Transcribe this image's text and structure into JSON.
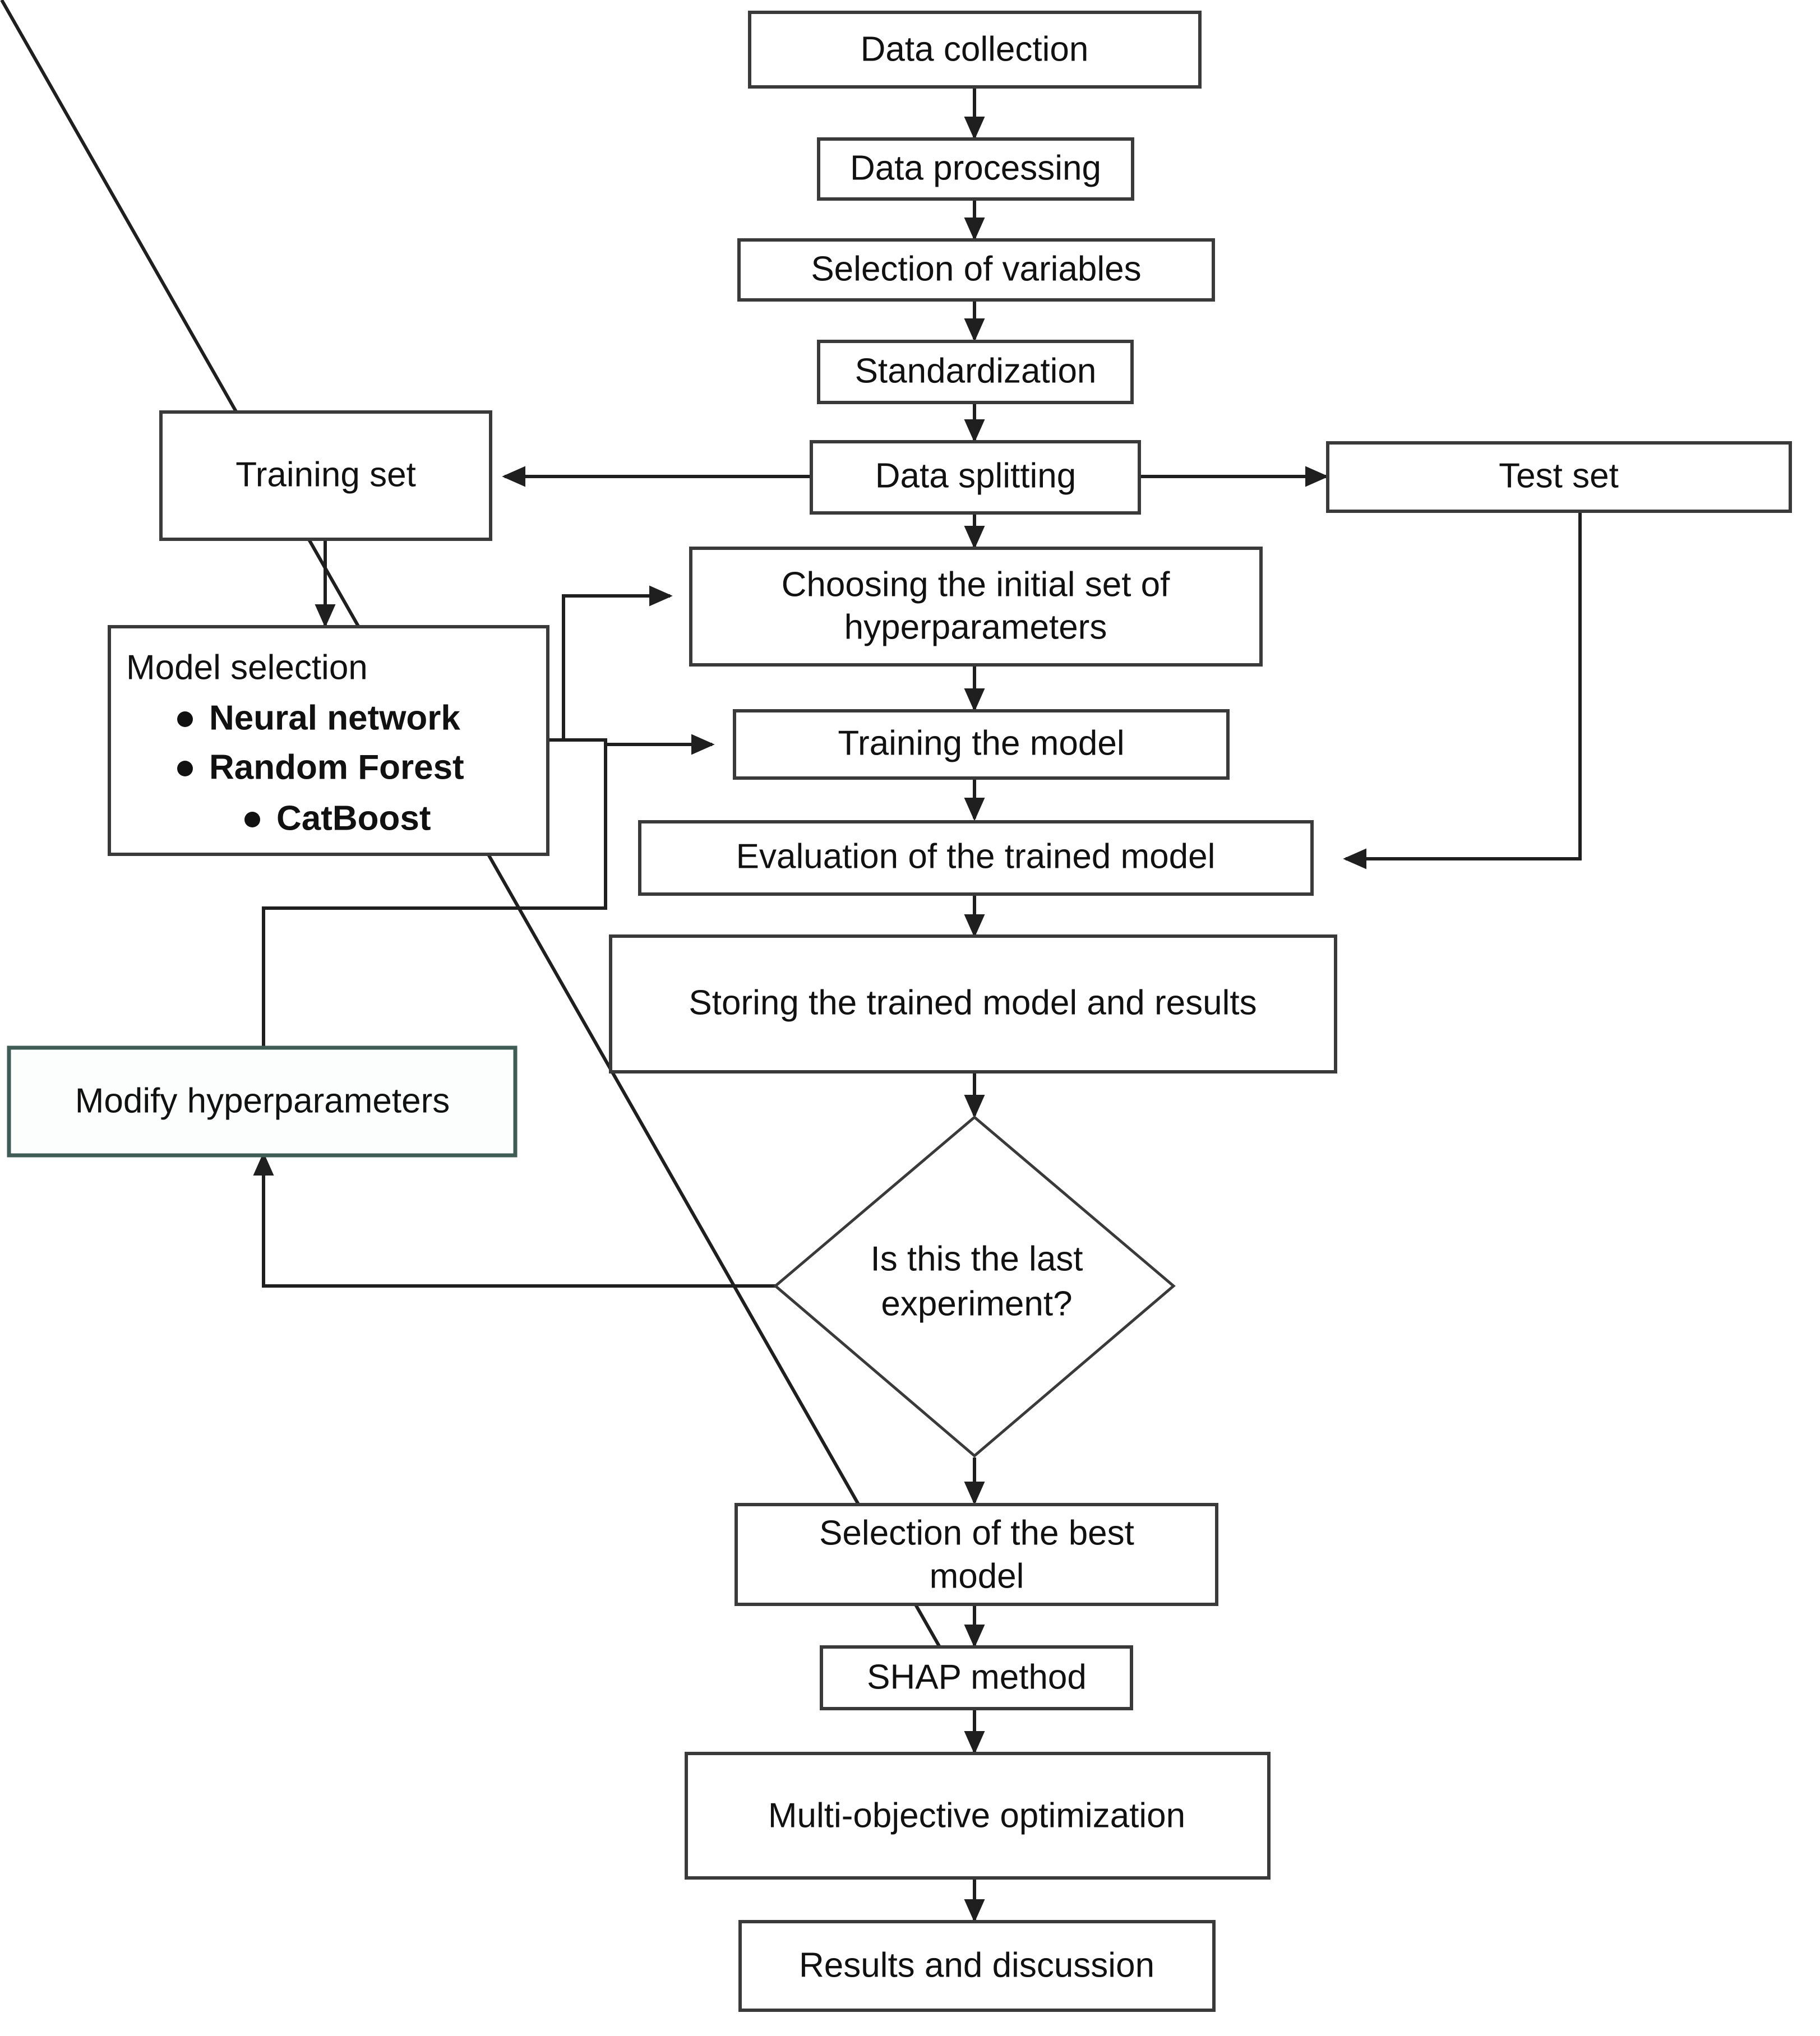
{
  "diagram": {
    "title": "Machine learning modelling workflow flowchart",
    "type": "flowchart",
    "background_color": "#ffffff",
    "default_border_color": "#3a3a3a",
    "accent_border_color": "#3f5c55",
    "text_color": "#111111"
  },
  "nodes": {
    "data_collection": {
      "label": "Data collection",
      "shape": "rectangle"
    },
    "data_processing": {
      "label": "Data processing",
      "shape": "rectangle"
    },
    "selection_of_variables": {
      "label": "Selection of variables",
      "shape": "rectangle"
    },
    "standardization": {
      "label": "Standardization",
      "shape": "rectangle"
    },
    "data_splitting": {
      "label": "Data splitting",
      "shape": "rectangle"
    },
    "training_set": {
      "label": "Training set",
      "shape": "rectangle"
    },
    "test_set": {
      "label": "Test set",
      "shape": "rectangle"
    },
    "model_selection": {
      "label": "Model selection",
      "shape": "rectangle",
      "items": [
        "Neural network",
        "Random Forest",
        "CatBoost"
      ]
    },
    "choosing_hyperparameters": {
      "label": "Choosing the initial set of hyperparameters",
      "shape": "rectangle",
      "line1": "Choosing the initial set of",
      "line2": "hyperparameters"
    },
    "training_the_model": {
      "label": "Training the model",
      "shape": "rectangle"
    },
    "evaluation": {
      "label": "Evaluation of the trained model",
      "shape": "rectangle"
    },
    "storing": {
      "label": "Storing the trained model and results",
      "shape": "rectangle"
    },
    "modify_hyperparameters": {
      "label": "Modify hyperparameters",
      "shape": "rectangle",
      "accent": true
    },
    "decision_last_experiment": {
      "label": "Is this the last experiment?",
      "shape": "diamond",
      "line1": "Is this the last",
      "line2": "experiment?"
    },
    "selection_best_model": {
      "label": "Selection of the best model",
      "shape": "rectangle",
      "line1": "Selection of the best",
      "line2": "model"
    },
    "shap_method": {
      "label": "SHAP method",
      "shape": "rectangle"
    },
    "multi_objective_optimization": {
      "label": "Multi-objective optimization",
      "shape": "rectangle"
    },
    "results_and_discussion": {
      "label": "Results and discussion",
      "shape": "rectangle"
    }
  },
  "edges": [
    {
      "from": "data_collection",
      "to": "data_processing",
      "arrow": true
    },
    {
      "from": "data_processing",
      "to": "selection_of_variables",
      "arrow": true
    },
    {
      "from": "selection_of_variables",
      "to": "standardization",
      "arrow": true
    },
    {
      "from": "standardization",
      "to": "data_splitting",
      "arrow": true
    },
    {
      "from": "data_splitting",
      "to": "training_set",
      "arrow": true
    },
    {
      "from": "data_splitting",
      "to": "test_set",
      "arrow": true
    },
    {
      "from": "data_splitting",
      "to": "choosing_hyperparameters",
      "arrow": true
    },
    {
      "from": "training_set",
      "to": "model_selection",
      "arrow": true
    },
    {
      "from": "model_selection",
      "to": "choosing_hyperparameters",
      "arrow": true
    },
    {
      "from": "model_selection",
      "to": "training_the_model",
      "arrow": true
    },
    {
      "from": "choosing_hyperparameters",
      "to": "training_the_model",
      "arrow": true
    },
    {
      "from": "training_the_model",
      "to": "evaluation",
      "arrow": true
    },
    {
      "from": "test_set",
      "to": "evaluation",
      "arrow": true
    },
    {
      "from": "evaluation",
      "to": "storing",
      "arrow": true
    },
    {
      "from": "training_the_model",
      "to": "modify_hyperparameters",
      "arrow": false
    },
    {
      "from": "storing",
      "to": "decision_last_experiment",
      "arrow": true
    },
    {
      "from": "decision_last_experiment",
      "to": "modify_hyperparameters",
      "arrow": true
    },
    {
      "from": "decision_last_experiment",
      "to": "selection_best_model",
      "arrow": true
    },
    {
      "from": "selection_best_model",
      "to": "shap_method",
      "arrow": true
    },
    {
      "from": "shap_method",
      "to": "multi_objective_optimization",
      "arrow": true
    },
    {
      "from": "multi_objective_optimization",
      "to": "results_and_discussion",
      "arrow": true
    }
  ]
}
